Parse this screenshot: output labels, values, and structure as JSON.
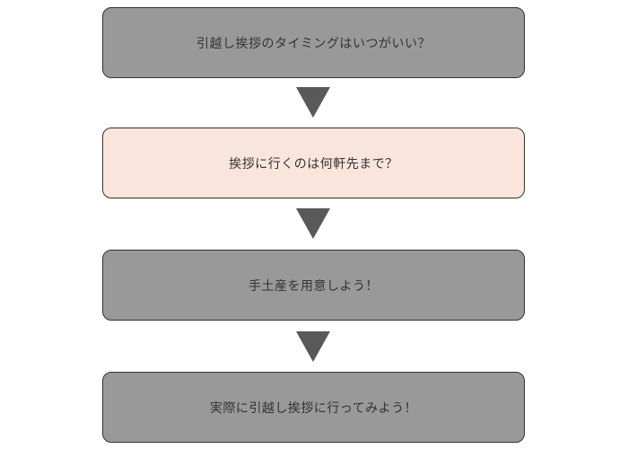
{
  "steps": [
    {
      "label": "引越し挨拶のタイミングはいつがいい？",
      "state": "normal"
    },
    {
      "label": "挨拶に行くのは何軒先まで？",
      "state": "highlighted"
    },
    {
      "label": "手土産を用意しよう！",
      "state": "normal"
    },
    {
      "label": "実際に引越し挨拶に行ってみよう！",
      "state": "normal"
    }
  ],
  "colors": {
    "box_fill": "#999999",
    "box_highlight_fill": "#fae5dc",
    "box_border": "#333333",
    "arrow": "#595959",
    "text": "#333333"
  }
}
